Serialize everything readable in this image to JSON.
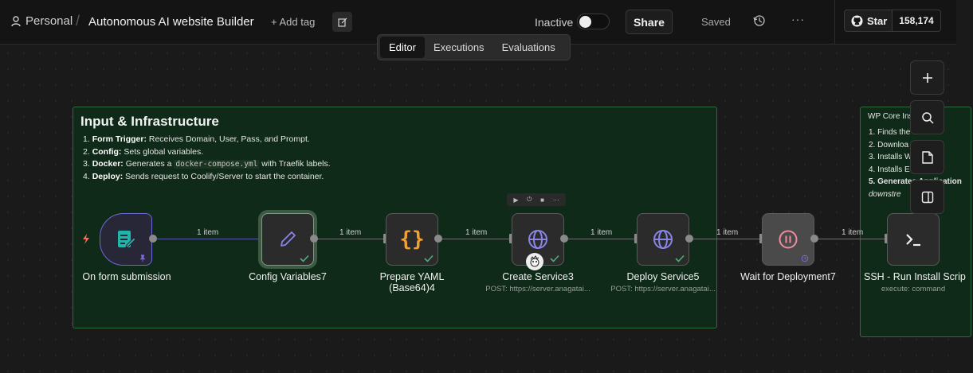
{
  "header": {
    "breadcrumb_personal": "Personal",
    "separator": "/",
    "workflow_title": "Autonomous AI website Builder",
    "add_tag": "+ Add tag",
    "active_label": "Inactive",
    "active": false,
    "share_label": "Share",
    "saved_label": "Saved",
    "more_label": "···",
    "github_star_label": "Star",
    "github_star_count": "158,174"
  },
  "tabs": [
    {
      "label": "Editor",
      "active": true
    },
    {
      "label": "Executions",
      "active": false
    },
    {
      "label": "Evaluations",
      "active": false
    }
  ],
  "sticky_main": {
    "title": "Input & Infrastructure",
    "items": [
      {
        "num": "1.",
        "bold": "Form Trigger:",
        "text": " Receives Domain, User, Pass, and Prompt."
      },
      {
        "num": "2.",
        "bold": "Config:",
        "text": " Sets global variables."
      },
      {
        "num": "3.",
        "bold": "Docker:",
        "text_before": " Generates a ",
        "code": "docker-compose.yml",
        "text_after": " with Traefik labels."
      },
      {
        "num": "4.",
        "bold": "Deploy:",
        "text": " Sends request to Coolify/Server to start the container."
      }
    ]
  },
  "sticky_right": {
    "title": "WP Core Ins        n$$",
    "items": [
      "1. Finds the       Co",
      "2. Downloa       wp-",
      "3. Installs W       s Co",
      "4. Installs E        Plu",
      "5. Generates Application",
      "    downstre"
    ]
  },
  "nodes": [
    {
      "label": "On form submission",
      "sub": "",
      "icon": "form-icon",
      "status": "pinned"
    },
    {
      "label": "Config Variables7",
      "sub": "",
      "icon": "pencil-icon",
      "status": "success"
    },
    {
      "label": "Prepare YAML\n(Base64)4",
      "sub": "",
      "icon": "code-braces-icon",
      "status": "success"
    },
    {
      "label": "Create Service3",
      "sub": "POST: https://server.anagatai...",
      "icon": "globe-icon",
      "status": "success"
    },
    {
      "label": "Deploy Service5",
      "sub": "POST: https://server.anagatai...",
      "icon": "globe-icon",
      "status": "success"
    },
    {
      "label": "Wait for Deployment7",
      "sub": "",
      "icon": "pause-icon",
      "status": "waiting"
    },
    {
      "label": "SSH - Run Install Scrip",
      "sub": "execute: command",
      "icon": "terminal-icon",
      "status": "none"
    }
  ],
  "edges": [
    "1 item",
    "1 item",
    "1 item",
    "1 item",
    "1 item",
    "1 item"
  ],
  "colors": {
    "sticky_bg": "#0f2a18",
    "sticky_border": "#2e6b3d",
    "success": "#4caf7a",
    "trigger_accent": "#6b6bd6",
    "form_icon": "#1fb5a8",
    "code_icon": "#f0a030",
    "globe_icon": "#8a84e8",
    "pause_icon": "#f08aa0"
  }
}
